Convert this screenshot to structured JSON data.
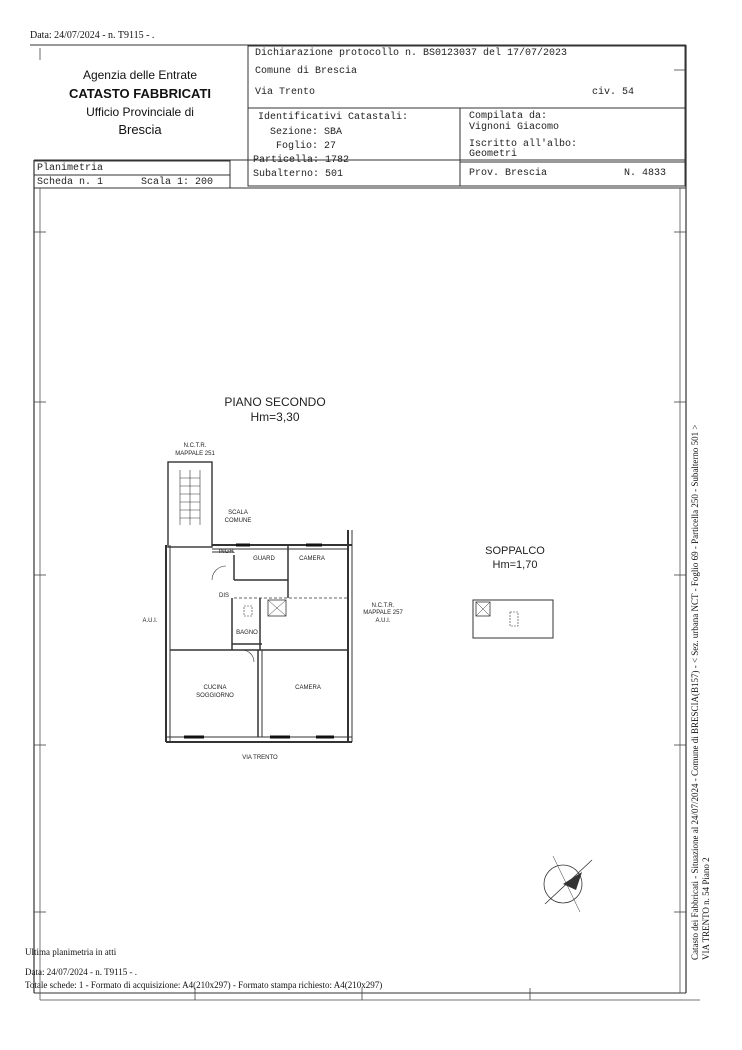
{
  "top_date": "Data: 24/07/2024 - n. T9115 - .",
  "header": {
    "agency": "Agenzia delle Entrate",
    "catasto": "CATASTO FABBRICATI",
    "ufficio": "Ufficio Provinciale di",
    "city": "Brescia",
    "dichiarazione": "Dichiarazione protocollo n. BS0123037 del 17/07/2023",
    "comune": "Comune di Brescia",
    "via": "Via Trento",
    "civ": "civ. 54",
    "ident_title": "Identificativi Catastali:",
    "sezione": "Sezione: SBA",
    "foglio": "Foglio: 27",
    "particella": "Particella: 1782",
    "subalterno": "Subalterno: 501",
    "compilata": "Compilata da:",
    "compilatore": "Vignoni Giacomo",
    "iscritto": "Iscritto all'albo:",
    "albo": "Geometri",
    "prov": "Prov. Brescia",
    "numero": "N. 4833",
    "planimetria": "Planimetria",
    "scheda": "Scheda n. 1",
    "scala": "Scala 1: 200"
  },
  "plan": {
    "piano_title": "PIANO SECONDO",
    "piano_hm": "Hm=3,30",
    "ncte_top": "N.C.T.R.",
    "mappale_top": "MAPPALE 251",
    "scala_comune_1": "SCALA",
    "scala_comune_2": "COMUNE",
    "ingr": "INGR.",
    "guard": "GUARD",
    "camera_top": "CAMERA",
    "dis": "DIS",
    "bagno": "BAGNO",
    "aui_left": "A.U.I.",
    "ncte_right": "N.C.T.R.",
    "mappale_right": "MAPPALE 257",
    "aui_right": "A.U.I.",
    "cucina_1": "CUCINA",
    "cucina_2": "SOGGIORNO",
    "camera_bottom": "CAMERA",
    "via_trento": "VIA TRENTO",
    "soppalco_title": "SOPPALCO",
    "soppalco_hm": "Hm=1,70"
  },
  "side": {
    "line1": "Catasto dei Fabbricati - Situazione al 24/07/2024 - Comune di BRESCIA(B157) - < Sez. urbana NCT - Foglio 69 - Particella 250 - Subalterno 501 >",
    "line2": "VIA TRENTO n. 54 Piano 2"
  },
  "footer": {
    "ultima": "Ultima planimetria in atti",
    "date": "Data: 24/07/2024 - n. T9115 - .",
    "totale": "Totale schede: 1 - Formato di acquisizione: A4(210x297) - Formato stampa richiesto: A4(210x297)"
  }
}
